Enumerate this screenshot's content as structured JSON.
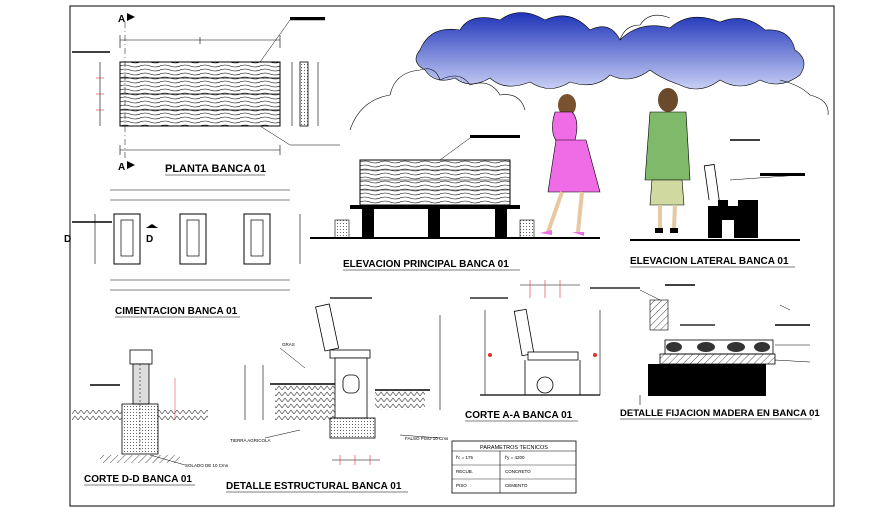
{
  "drawing": {
    "titles": {
      "planta": "PLANTA BANCA 01",
      "cimentacion": "CIMENTACION BANCA 01",
      "elevacion_principal": "ELEVACION PRINCIPAL BANCA 01",
      "elevacion_lateral": "ELEVACION LATERAL BANCA 01",
      "corte_dd": "CORTE D-D BANCA 01",
      "detalle_estructural": "DETALLE ESTRUCTURAL BANCA 01",
      "corte_aa": "CORTE A-A BANCA 01",
      "detalle_fijacion": "DETALLE FIJACION MADERA EN BANCA 01"
    },
    "section_marks": {
      "a": "A",
      "d": "D"
    },
    "notes": {
      "grass": "GRAS",
      "tierra": "TIERRA AGRICOLA",
      "solado": "SOLADO DE 10 Cms",
      "falso_piso": "FALSO PISO 10 Cms"
    },
    "title_block": {
      "heading": "PARAMETROS TECNICOS",
      "rows": [
        "f'c = 175",
        "f'y = 4200",
        "RECUB.",
        "CONCRETO",
        "PISO",
        "CEMENTO"
      ]
    }
  },
  "colors": {
    "ink": "#000000",
    "cloud_blue": "#2f49c8",
    "cloud_light": "#aeb8ee",
    "pink_dress": "#f06ce6",
    "green_coat": "#7fb96a",
    "dim_red": "#e03030",
    "hatch_gray": "#555555"
  }
}
